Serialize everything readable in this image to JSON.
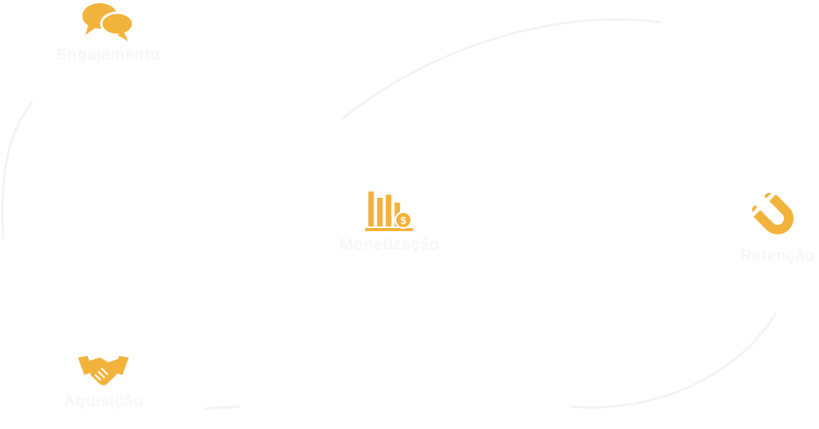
{
  "accent_color": "#f2b33d",
  "label_color": "#f7f7f7",
  "line_color": "#f3f3f3",
  "nodes": {
    "engajamento": {
      "label": "Engajamento",
      "icon": "speech-bubbles-icon"
    },
    "monetizacao": {
      "label": "Monetização",
      "icon": "bar-chart-coin-icon"
    },
    "retencao": {
      "label": "Retenção",
      "icon": "magnet-icon"
    },
    "aquisicao": {
      "label": "Aquisição",
      "icon": "handshake-icon"
    }
  }
}
